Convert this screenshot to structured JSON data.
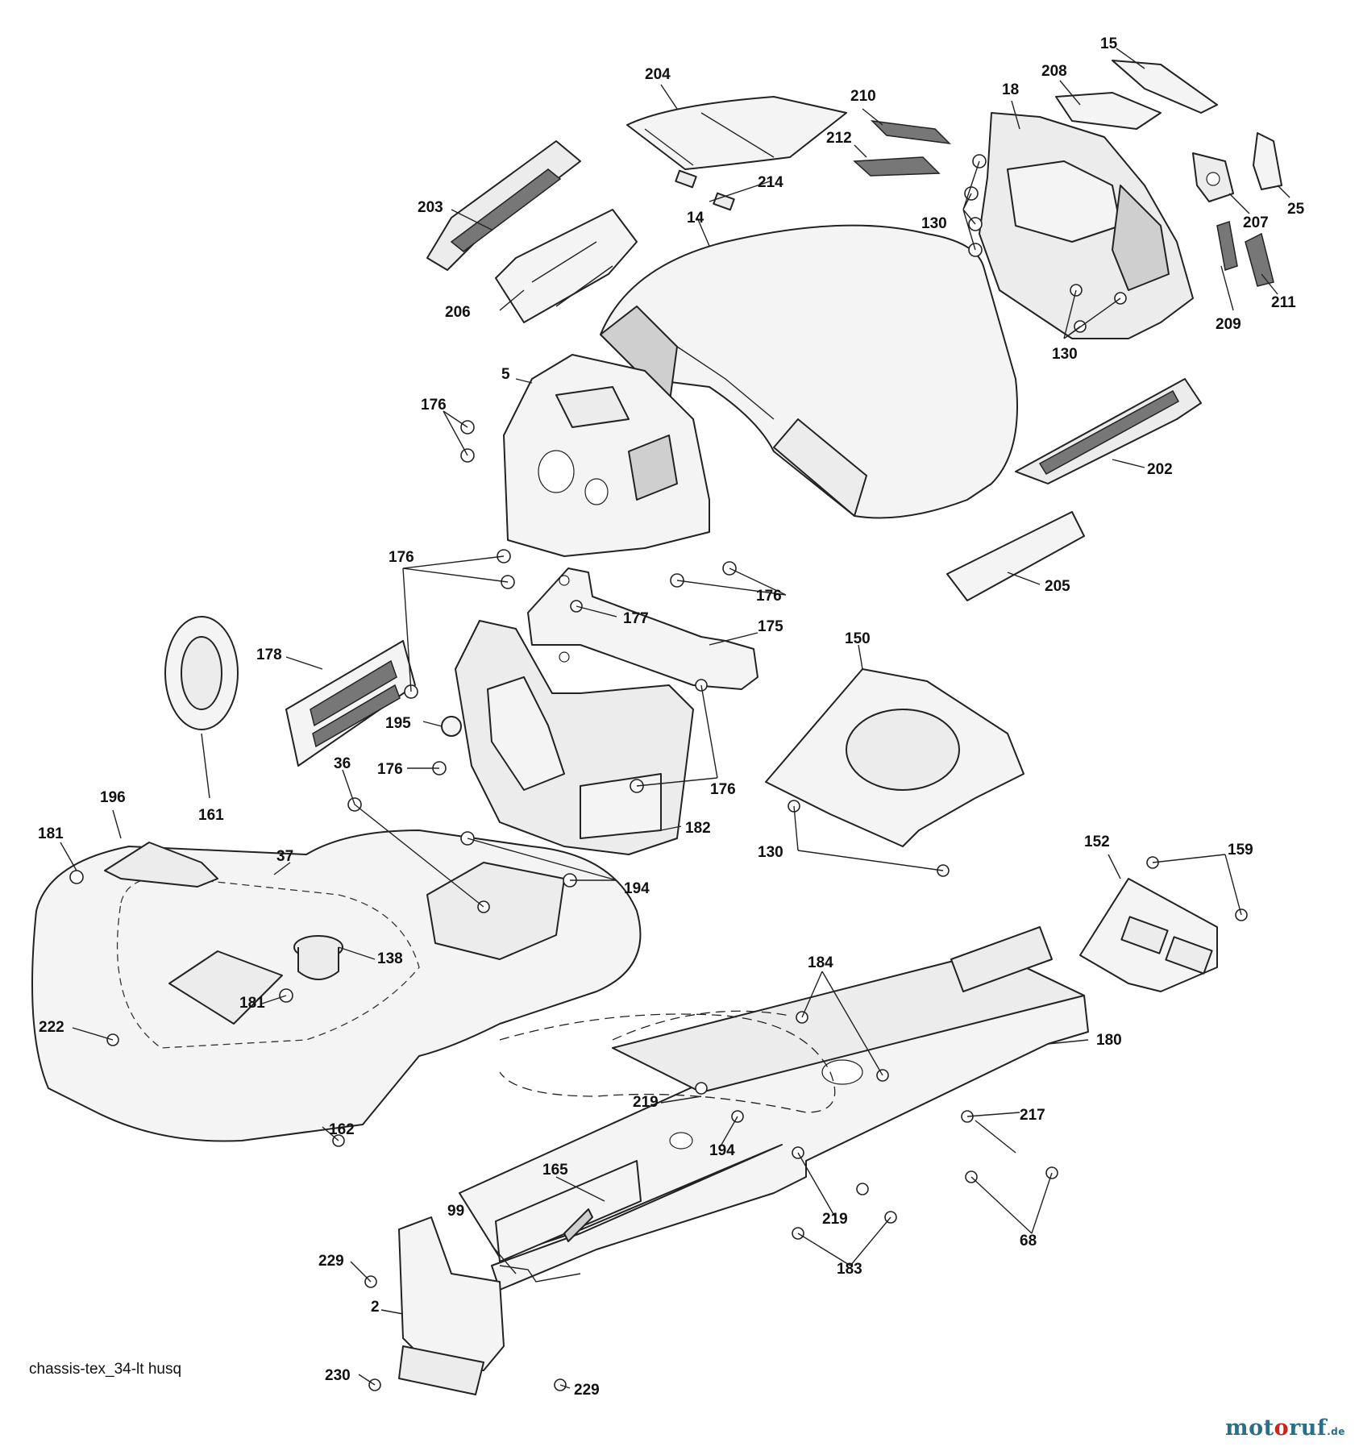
{
  "caption": "chassis-tex_34-lt husq",
  "brand": {
    "part1": "mot",
    "part2": "o",
    "part3": "ruf",
    "domain": ".de"
  },
  "callouts": {
    "c15": "15",
    "c204": "204",
    "c208": "208",
    "c18": "18",
    "c210": "210",
    "c212": "212",
    "c214": "214",
    "c203": "203",
    "c14": "14",
    "c130a": "130",
    "c207": "207",
    "c25": "25",
    "c211": "211",
    "c209": "209",
    "c130b": "130",
    "c206": "206",
    "c5": "5",
    "c176a": "176",
    "c202": "202",
    "c176b": "176",
    "c176c": "176",
    "c205": "205",
    "c177": "177",
    "c175": "175",
    "c178": "178",
    "c150": "150",
    "c195": "195",
    "c36": "36",
    "c176d": "176",
    "c176e": "176",
    "c161": "161",
    "c196": "196",
    "c182": "182",
    "c181a": "181",
    "c37": "37",
    "c130c": "130",
    "c194a": "194",
    "c152": "152",
    "c159": "159",
    "c138": "138",
    "c184": "184",
    "c181b": "181",
    "c222": "222",
    "c180": "180",
    "c219a": "219",
    "c217": "217",
    "c162": "162",
    "c194b": "194",
    "c165": "165",
    "c219b": "219",
    "c68": "68",
    "c99": "99",
    "c229a": "229",
    "c183": "183",
    "c2": "2",
    "c230": "230",
    "c229b": "229"
  }
}
